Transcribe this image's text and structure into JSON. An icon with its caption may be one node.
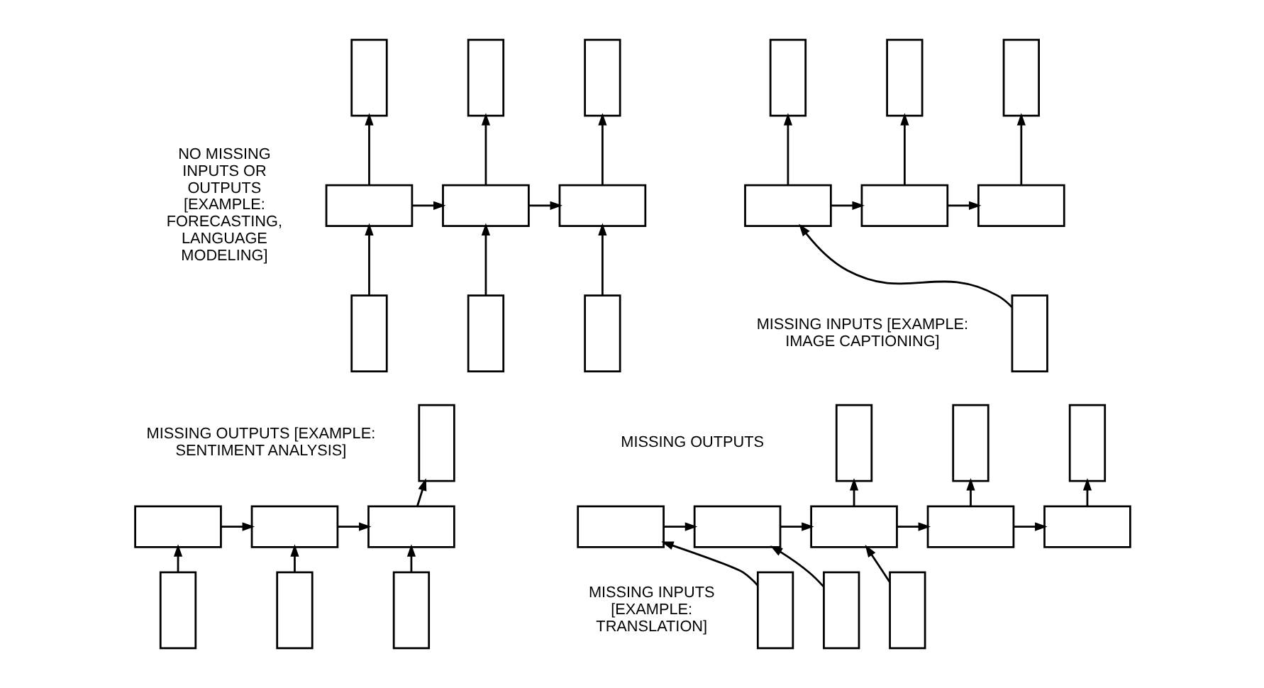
{
  "diagram": {
    "nodes": [
      {
        "text": [],
        "shape": "box"
      },
      {
        "text": [],
        "shape": "box"
      },
      {
        "text": [],
        "shape": "box"
      },
      {
        "text": [],
        "shape": "box"
      },
      {
        "text": [],
        "shape": "box"
      },
      {
        "text": [],
        "shape": "box"
      },
      {
        "text": [],
        "shape": "box"
      },
      {
        "text": [],
        "shape": "box"
      },
      {
        "text": [],
        "shape": "box"
      },
      {
        "text": [],
        "shape": "box"
      },
      {
        "text": [],
        "shape": "box"
      },
      {
        "text": [],
        "shape": "box"
      },
      {
        "text": [],
        "shape": "box"
      },
      {
        "text": [],
        "shape": "box"
      },
      {
        "text": [],
        "shape": "box"
      },
      {
        "text": [],
        "shape": "box"
      },
      {
        "text": [],
        "shape": "box"
      },
      {
        "text": [],
        "shape": "box"
      },
      {
        "text": [],
        "shape": "box"
      },
      {
        "text": [],
        "shape": "box"
      },
      {
        "text": [],
        "shape": "box"
      },
      {
        "text": [],
        "shape": "box"
      },
      {
        "text": [],
        "shape": "box"
      },
      {
        "text": [],
        "shape": "box"
      },
      {
        "text": [],
        "shape": "box"
      },
      {
        "text": [],
        "shape": "box"
      },
      {
        "text": [],
        "shape": "box"
      },
      {
        "text": [],
        "shape": "box"
      },
      {
        "text": [],
        "shape": "box"
      },
      {
        "text": [],
        "shape": "box"
      },
      {
        "text": [],
        "shape": "box"
      },
      {
        "text": [],
        "shape": "box"
      },
      {
        "text": [],
        "shape": "box"
      },
      {
        "text": [],
        "shape": "box"
      }
    ],
    "edges": [
      {
        "from": 3,
        "to": 0,
        "arrow": "to"
      },
      {
        "from": 4,
        "to": 1,
        "arrow": "to"
      },
      {
        "from": 5,
        "to": 2,
        "arrow": "to"
      },
      {
        "from": 3,
        "to": 4,
        "arrow": "to"
      },
      {
        "from": 4,
        "to": 5,
        "arrow": "to"
      },
      {
        "from": 6,
        "to": 3,
        "arrow": "to"
      },
      {
        "from": 7,
        "to": 4,
        "arrow": "to"
      },
      {
        "from": 8,
        "to": 5,
        "arrow": "to"
      },
      {
        "from": 12,
        "to": 9,
        "arrow": "to"
      },
      {
        "from": 13,
        "to": 10,
        "arrow": "to"
      },
      {
        "from": 14,
        "to": 11,
        "arrow": "to"
      },
      {
        "from": 12,
        "to": 13,
        "arrow": "to"
      },
      {
        "from": 13,
        "to": 14,
        "arrow": "to"
      },
      {
        "from": 15,
        "to": 12,
        "arrow": "to"
      },
      {
        "from": 19,
        "to": 16,
        "arrow": "to"
      },
      {
        "from": 17,
        "to": 18,
        "arrow": "to"
      },
      {
        "from": 18,
        "to": 19,
        "arrow": "to"
      },
      {
        "from": 20,
        "to": 17,
        "arrow": "to"
      },
      {
        "from": 21,
        "to": 18,
        "arrow": "to"
      },
      {
        "from": 22,
        "to": 19,
        "arrow": "to"
      },
      {
        "from": 28,
        "to": 23,
        "arrow": "to"
      },
      {
        "from": 29,
        "to": 24,
        "arrow": "to"
      },
      {
        "from": 30,
        "to": 25,
        "arrow": "to"
      },
      {
        "from": 26,
        "to": 27,
        "arrow": "to"
      },
      {
        "from": 27,
        "to": 28,
        "arrow": "to"
      },
      {
        "from": 28,
        "to": 29,
        "arrow": "to"
      },
      {
        "from": 29,
        "to": 30,
        "arrow": "to"
      },
      {
        "from": 31,
        "to": 26,
        "arrow": "to"
      },
      {
        "from": 32,
        "to": 27,
        "arrow": "to"
      },
      {
        "from": 33,
        "to": 28,
        "arrow": "to"
      }
    ],
    "labels": [
      "NO MISSING INPUTS OR OUTPUTS [EXAMPLE: FORECASTING, LANGUAGE MODELING]",
      "MISSING INPUTS [EXAMPLE: IMAGE CAPTIONING]",
      "MISSING OUTPUTS [EXAMPLE: SENTIMENT ANALYSIS]",
      "MISSING OUTPUTS",
      "MISSING INPUTS [EXAMPLE: TRANSLATION]"
    ]
  }
}
